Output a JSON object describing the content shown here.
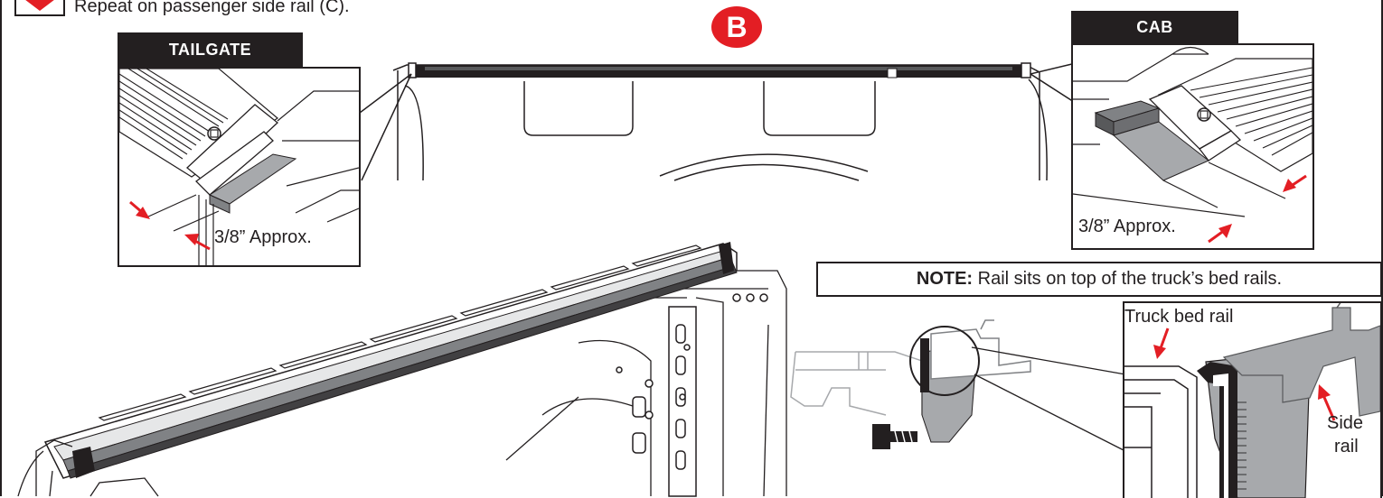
{
  "instruction": "Repeat on passenger side rail (C).",
  "step_badge": "B",
  "tailgate": {
    "title": "TAILGATE",
    "measure": "3/8” Approx."
  },
  "cab": {
    "title": "CAB",
    "measure": "3/8” Approx."
  },
  "note": {
    "lead": "NOTE:",
    "text": " Rail sits on top of the truck’s bed rails."
  },
  "detail": {
    "truck_bed_rail": "Truck bed rail",
    "side_rail_line1": "Side",
    "side_rail_line2": "rail"
  },
  "colors": {
    "accent": "#e31e24",
    "ink": "#231f20",
    "gray": "#a7a9ac",
    "light": "#d1d3d4"
  }
}
